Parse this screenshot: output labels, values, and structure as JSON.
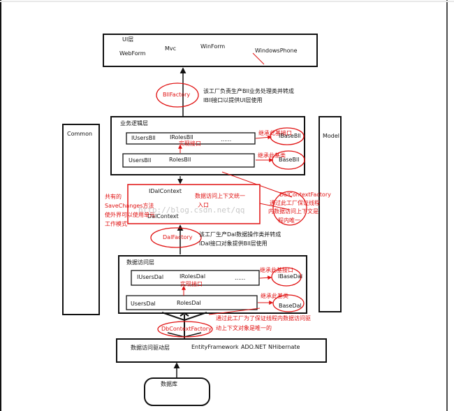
{
  "colors": {
    "ink": "#111111",
    "accent": "#e01010",
    "watermark": "#c8c8c8",
    "background": "#ffffff"
  },
  "ui_layer": {
    "title": "UI层",
    "webform": "WebForm",
    "mvc": "Mvc",
    "winform": "WinForm",
    "windowsphone": "WindowsPhone"
  },
  "bll_factory": {
    "name": "BllFactory",
    "note_line1": "该工厂负责生产Bll业务处理类并转成",
    "note_line2": "IBll接口以提供UI层使用"
  },
  "bll_layer": {
    "title": "业务逻辑层",
    "iusers": "IUsersBll",
    "iroles": "IRolesBll",
    "dots": "......",
    "impl_note": "实现接口",
    "users": "UsersBll",
    "roles": "RolesBll",
    "ibase": "IBaseBll",
    "inherit_ibase": "继承此基接口",
    "base": "BaseBll",
    "inherit_base": "继承此基类"
  },
  "common": {
    "label": "Common"
  },
  "model": {
    "label": "Model"
  },
  "dal_context": {
    "interface": "IDalContext",
    "impl": "DalContext",
    "note_line1": "数据访问上下文统一",
    "note_line2": "入口"
  },
  "shared_note": {
    "line1": "共有的",
    "line2": "SaveChanges方法",
    "line3": "使外界可以使用单元",
    "line4": "工作模式"
  },
  "dal_context_factory": {
    "name": "DalContextFactory",
    "note_line1": "通过此工厂保证线程",
    "note_line2": "内数据访问上下文是",
    "note_line3": "程内唯一"
  },
  "watermark": "http://blog.csdn.net/qq",
  "dal_factory": {
    "name": "DalFactory",
    "note_line1": "该工厂生产Dal数据操作类并转成",
    "note_line2": "IDal接口对象提供Bll层使用"
  },
  "dal_layer": {
    "title": "数据访问层",
    "iusers": "IUsersDal",
    "iroles": "IRolesDal",
    "dots": "......",
    "impl_note": "实现接口",
    "users": "UsersDal",
    "roles": "RolesDal",
    "ibase": "IBaseDal",
    "inherit_ibase": "继承此基接口",
    "base": "BaseDal",
    "inherit_base": "继承此基类"
  },
  "dbcontext_factory": {
    "name": "DbContextFactory",
    "note_line1": "通过此工厂为了保证线程内数据访问驱",
    "note_line2": "动上下文对象是唯一的"
  },
  "driver_layer": {
    "title": "数据访问驱动层",
    "ef": "EntityFramework",
    "ado": "ADO.NET",
    "nh": "NHibernate"
  },
  "database": {
    "label": "数据库"
  }
}
